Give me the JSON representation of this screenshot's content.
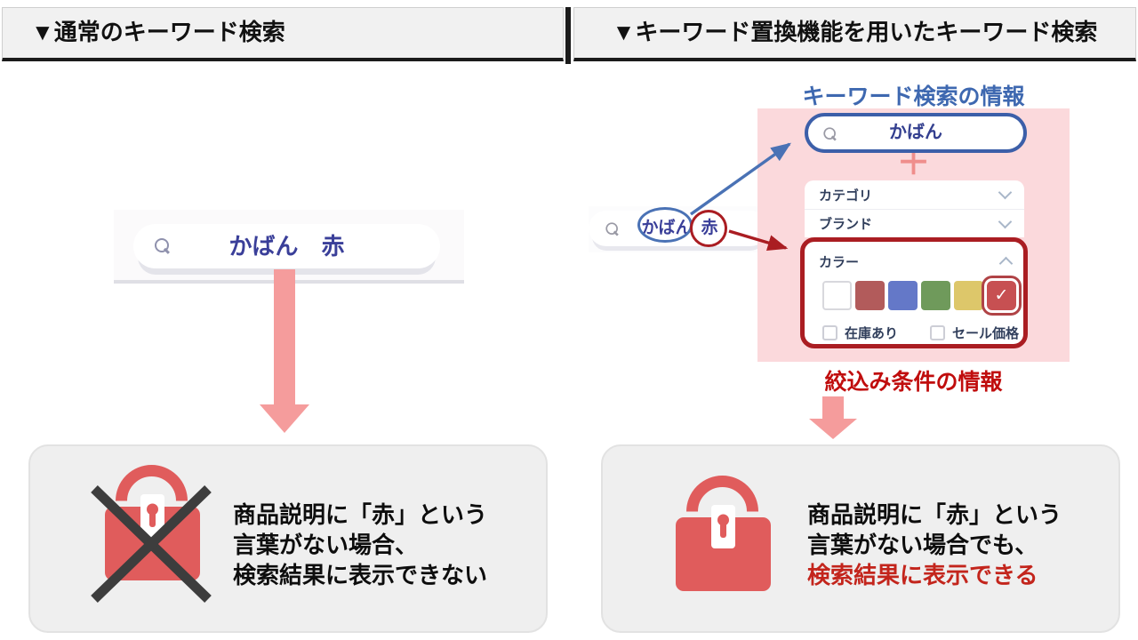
{
  "header": {
    "left_title": "▼通常のキーワード検索",
    "right_title": "▼キーワード置換機能を用いたキーワード検索"
  },
  "left": {
    "search_query": "かばん　赤",
    "result_lines": [
      "商品説明に「赤」という",
      "言葉がない場合、",
      "検索結果に表示できない"
    ]
  },
  "right": {
    "mini_search": {
      "keyword1": "かばん",
      "keyword2": "赤"
    },
    "keyword_info_title": "キーワード検索の情報",
    "panel_search_value": "かばん",
    "plus_sign": "＋",
    "dropdowns": [
      {
        "label": "カテゴリ"
      },
      {
        "label": "ブランド"
      }
    ],
    "color_section": {
      "label": "カラー",
      "swatches": [
        "#ffffff",
        "#b25b5b",
        "#6478c8",
        "#6f9a5b",
        "#ddc76a",
        "#c75052"
      ],
      "selected_index": 5,
      "check_glyph": "✓",
      "checkboxes": [
        {
          "label": "在庫あり",
          "checked": false
        },
        {
          "label": "セール価格",
          "checked": false
        }
      ]
    },
    "filter_info_title": "絞込み条件の情報",
    "result_lines": [
      "商品説明に「赤」という",
      "言葉がない場合でも、"
    ],
    "result_highlight_line": "検索結果に表示できる"
  },
  "icons": {
    "search": "magnifier",
    "chevron_down": "chevron-down",
    "chevron_up": "chevron-up",
    "check": "✓",
    "result_left": "crossed-out-red-bag-lock",
    "result_right": "red-bag-lock"
  },
  "colors": {
    "accent_blue": "#4a72b5",
    "accent_dark_red": "#aa1d22",
    "keyword_title_blue": "#3e68b0",
    "filter_title_red": "#c00d0d",
    "flow_arrow_salmon": "#f59c9c",
    "pink_panel_bg": "#fbd9dc",
    "icon_red": "#e05c5c",
    "search_text_blue": "#3a3f99",
    "highlight_text_red": "#c3251c"
  }
}
